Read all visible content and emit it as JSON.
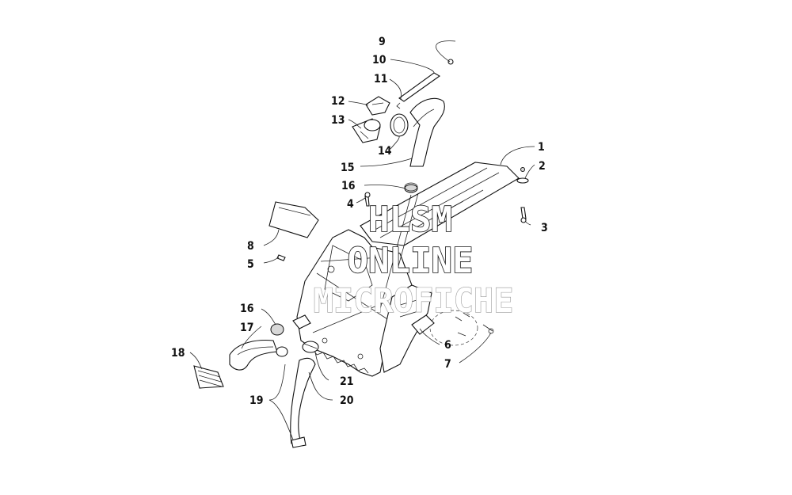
{
  "diagram": {
    "callouts": [
      {
        "id": "c1",
        "label": "1"
      },
      {
        "id": "c2",
        "label": "2"
      },
      {
        "id": "c3",
        "label": "3"
      },
      {
        "id": "c4",
        "label": "4"
      },
      {
        "id": "c5",
        "label": "5"
      },
      {
        "id": "c6",
        "label": "6"
      },
      {
        "id": "c7",
        "label": "7"
      },
      {
        "id": "c8",
        "label": "8"
      },
      {
        "id": "c9",
        "label": "9"
      },
      {
        "id": "c10",
        "label": "10"
      },
      {
        "id": "c11",
        "label": "11"
      },
      {
        "id": "c12",
        "label": "12"
      },
      {
        "id": "c13",
        "label": "13"
      },
      {
        "id": "c14",
        "label": "14"
      },
      {
        "id": "c15",
        "label": "15"
      },
      {
        "id": "c16a",
        "label": "16"
      },
      {
        "id": "c16b",
        "label": "16"
      },
      {
        "id": "c17",
        "label": "17"
      },
      {
        "id": "c18",
        "label": "18"
      },
      {
        "id": "c19",
        "label": "19"
      },
      {
        "id": "c20",
        "label": "20"
      },
      {
        "id": "c21",
        "label": "21"
      }
    ]
  },
  "watermark": {
    "line1": "HLSM",
    "line2": "ONLINE",
    "line3": "MICROFICHE"
  }
}
